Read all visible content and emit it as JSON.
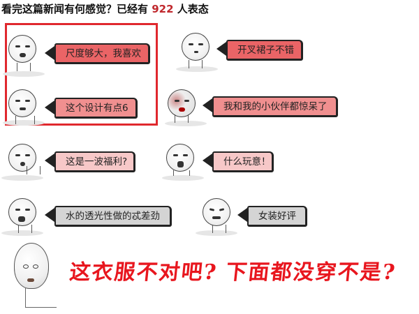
{
  "header": {
    "prefix": "看完这篇新闻有何感觉？已经有 ",
    "count": "922",
    "suffix": " 人表态"
  },
  "reactions": [
    {
      "id": 1,
      "label": "尺度够大，我喜欢",
      "color": "#ea6466",
      "highlighted": true
    },
    {
      "id": 2,
      "label": "开叉裙子不错",
      "color": "#ea6466",
      "highlighted": false
    },
    {
      "id": 3,
      "label": "这个设计有点6",
      "color": "#f08f8f",
      "highlighted": true
    },
    {
      "id": 4,
      "label": "我和我的小伙伴都惊呆了",
      "color": "#f08f8f",
      "highlighted": false
    },
    {
      "id": 5,
      "label": "这是一波福利?",
      "color": "#f7c8c8",
      "highlighted": false
    },
    {
      "id": 6,
      "label": "什么玩意！",
      "color": "#f7c8c8",
      "highlighted": false
    },
    {
      "id": 7,
      "label": "水的透光性做的忒差劲",
      "color": "#d4d4d4",
      "highlighted": false
    },
    {
      "id": 8,
      "label": "女装好评",
      "color": "#d4d4d4",
      "highlighted": false
    }
  ],
  "caption": "这衣服不对吧? 下面都没穿不是?",
  "colors": {
    "accent_red": "#e0282e",
    "count_red": "#c0282d",
    "caption_red": "#e8161e"
  }
}
